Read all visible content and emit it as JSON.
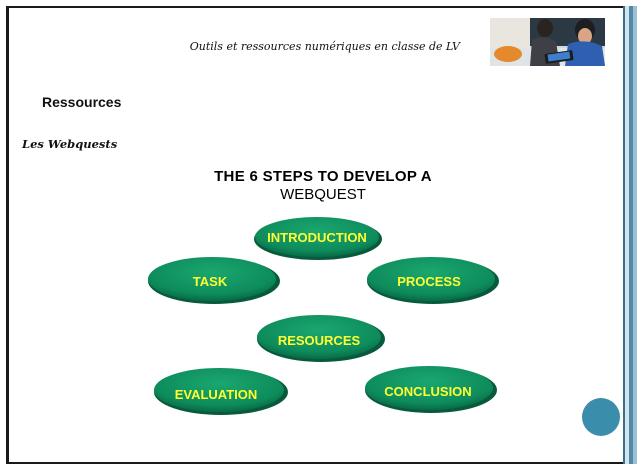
{
  "header": {
    "title": "Outils et ressources numériques en classe de LV"
  },
  "section": {
    "title": "Ressources",
    "subtitle": "Les Webquests"
  },
  "diagram": {
    "title_line1": "THE 6 STEPS TO DEVELOP A",
    "title_line2": "WEBQUEST",
    "steps": [
      "INTRODUCTION",
      "TASK",
      "PROCESS",
      "RESOURCES",
      "EVALUATION",
      "CONCLUSION"
    ]
  },
  "colors": {
    "ellipse_fill": "#0e8c5c",
    "ellipse_dark": "#06603f",
    "label_color": "#ffff33",
    "accent": "#3a8dab"
  }
}
